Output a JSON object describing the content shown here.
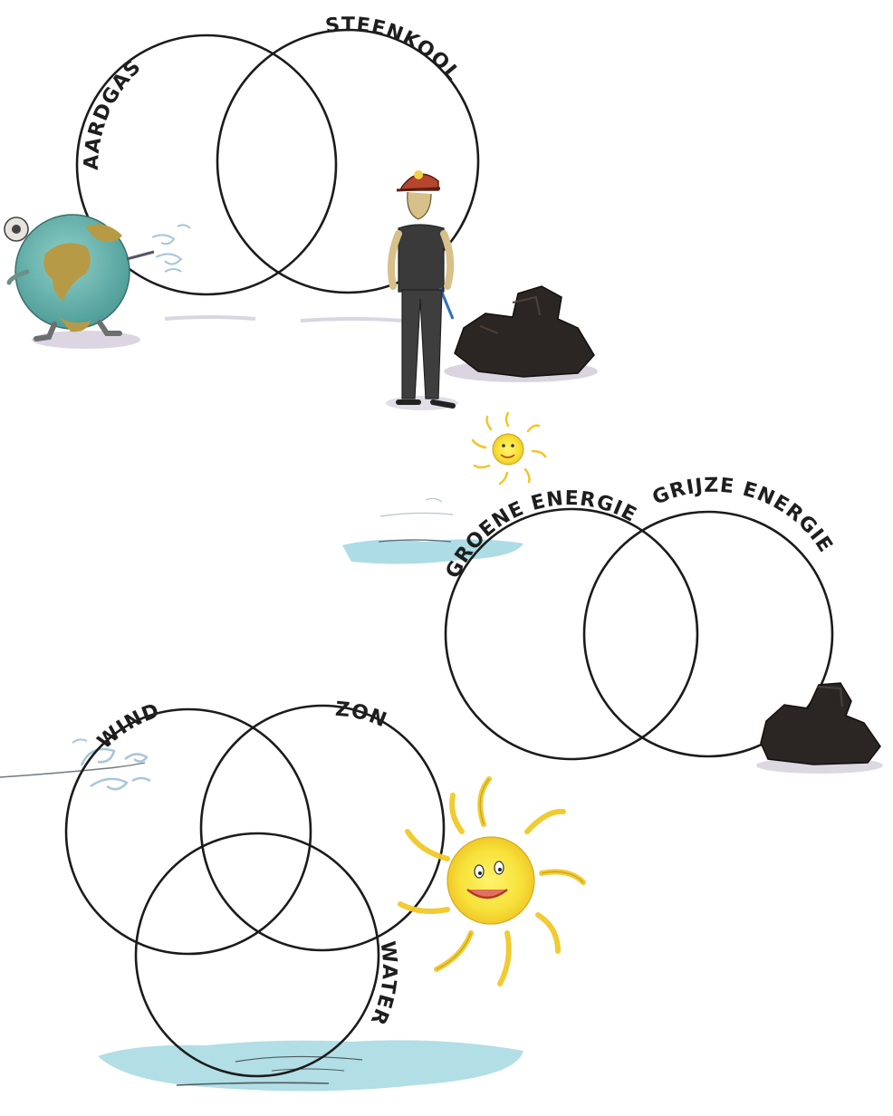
{
  "venn_diagrams": [
    {
      "id": "fossil",
      "sets": [
        "AARDGAS",
        "STEENKOOL"
      ]
    },
    {
      "id": "energy",
      "sets": [
        "GROENE ENERGIE",
        "GRIJZE ENERGIE"
      ]
    },
    {
      "id": "renewable",
      "sets": [
        "WIND",
        "ZON",
        "WATER"
      ]
    }
  ],
  "illustrations": [
    "earth-globe-icon",
    "miner-icon",
    "coal-pile-icon",
    "sun-icon",
    "water-icon",
    "wind-icon"
  ],
  "colors": {
    "ink": "#1b1b1b",
    "water": "#9fd6e0",
    "sun": "#f7e23a",
    "earth_sea": "#6fb7b2",
    "earth_land": "#b79a45",
    "coal": "#2b2623"
  }
}
